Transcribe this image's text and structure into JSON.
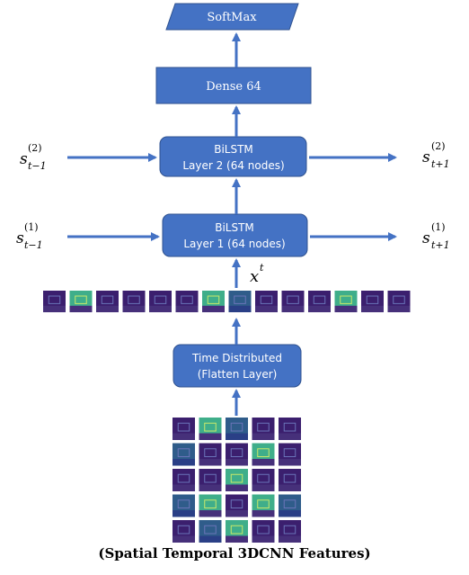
{
  "nodes": {
    "softmax": "SoftMax",
    "dense": "Dense 64",
    "bilstm2": [
      "BiLSTM",
      "Layer 2 (64 nodes)"
    ],
    "bilstm1": [
      "BiLSTM",
      "Layer 1 (64 nodes)"
    ],
    "time_distributed": [
      "Time Distributed",
      "(Flatten Layer)"
    ]
  },
  "states": {
    "left_2": {
      "base": "s",
      "sub": "t−1",
      "sup": "(2)"
    },
    "right_2": {
      "base": "s",
      "sub": "t+1",
      "sup": "(2)"
    },
    "left_1": {
      "base": "s",
      "sub": "t−1",
      "sup": "(1)"
    },
    "right_1": {
      "base": "s",
      "sub": "t+1",
      "sup": "(1)"
    },
    "input": {
      "base": "x",
      "sup": "t"
    }
  },
  "caption": "(Spatial Temporal 3DCNN Features)",
  "colors": {
    "box_fill": "#4472c4",
    "box_border": "#2f528f",
    "arrow": "#4472c4",
    "text_on_box": "#ffffff",
    "tile_dark": "#3b1f6e",
    "tile_mid": "#2f5c8a",
    "tile_bright": "#3fae8a"
  },
  "feature_strip": {
    "count": 14
  },
  "feature_grid": {
    "rows": 5,
    "cols": 5
  }
}
